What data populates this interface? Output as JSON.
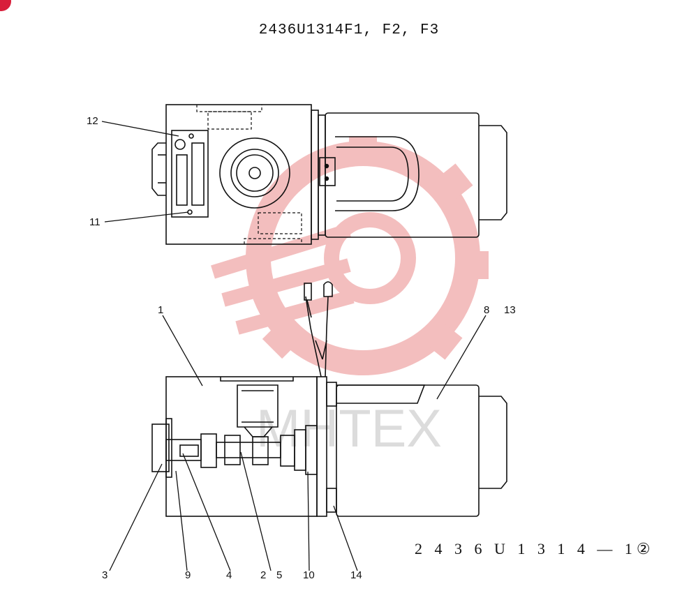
{
  "title": "2436U1314F1, F2, F3",
  "drawing_id": "2 4 3 6 U 1 3 1 4 — 1②",
  "watermark_text": "MHTEX",
  "colors": {
    "line": "#111111",
    "watermark": "#f1b3b3",
    "badge": "#d81e3a"
  },
  "callouts": {
    "c12": "12",
    "c11": "11",
    "c1": "1",
    "c8": "8",
    "c13": "13",
    "c3": "3",
    "c9": "9",
    "c4": "4",
    "c2": "2",
    "c5": "5",
    "c10": "10",
    "c14": "14"
  }
}
